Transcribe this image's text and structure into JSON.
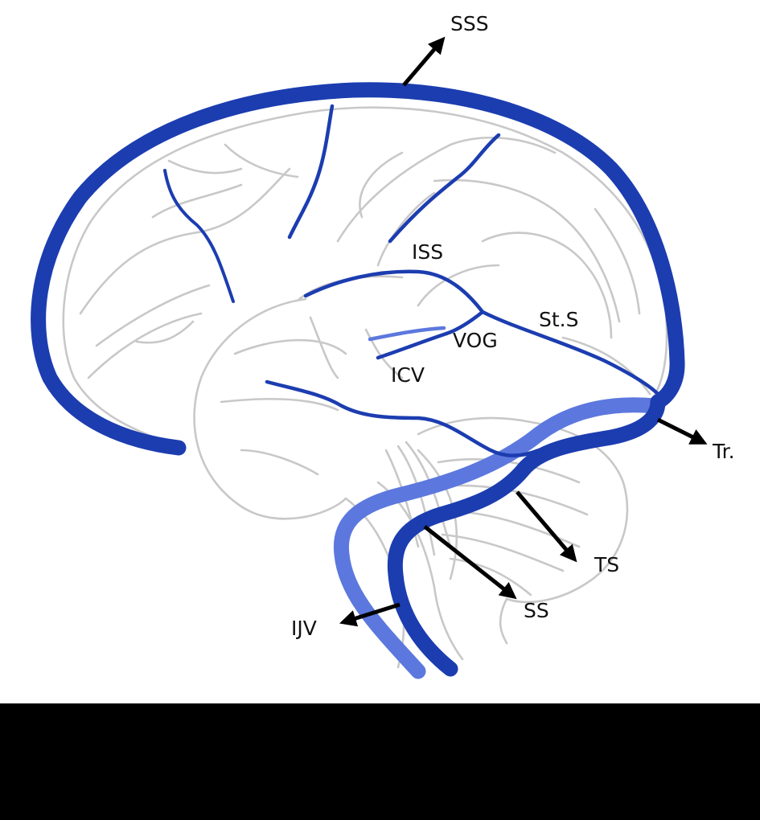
{
  "colors": {
    "vein_dark": "#1c3db0",
    "vein_light": "#5c78de",
    "brain_outline": "#c8c8c8",
    "arrow": "#000000",
    "background": "#ffffff",
    "bottom_bar": "#000000"
  },
  "labels": {
    "sss": "SSS",
    "iss": "ISS",
    "st_s": "St.S",
    "vog": "VOG",
    "icv": "ICV",
    "tr": "Tr.",
    "ts": "TS",
    "ss": "SS",
    "ijv": "IJV"
  }
}
